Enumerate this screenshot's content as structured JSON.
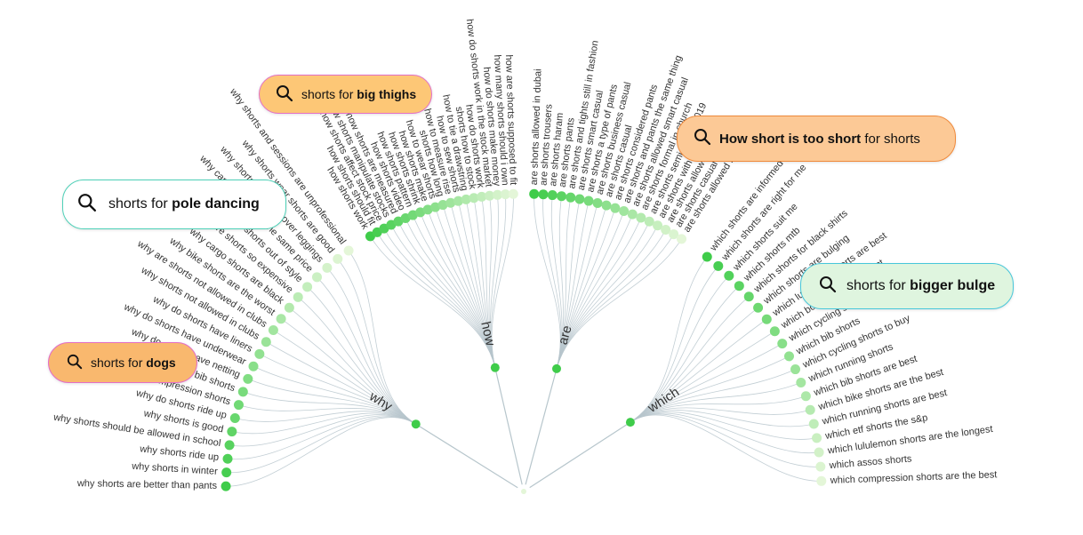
{
  "branches": [
    {
      "label": "why",
      "leaves": [
        "why shorts are better than pants",
        "why shorts in winter",
        "why shorts ride up",
        "why shorts should be allowed in school",
        "why shorts is good",
        "why do shorts ride up",
        "why compression shorts",
        "why bib shorts",
        "why do shorts have netting",
        "why do shorts have underwear",
        "why do shorts have liners",
        "why shorts not allowed in clubs",
        "why are shorts not allowed in clubs",
        "why bike shorts are the worst",
        "why cargo shorts are black",
        "why are shorts so expensive",
        "why are shorts out of style",
        "why cargo shorts are the same price",
        "why shorts and 100s over leggings",
        "why shorts wear shorts are good",
        "why shorts and sessions are unprofessional"
      ]
    },
    {
      "label": "how",
      "leaves": [
        "how shorts work",
        "how shorts should fit",
        "how shorts affect stock price",
        "how shorts manipulate stocks",
        "how shorts are measured",
        "how shorts video",
        "how shorts pattern",
        "how shorts shrink",
        "how shorts make",
        "how to wear shorts",
        "shorts how long",
        "how to measure rise",
        "how to sew shorts",
        "how to tie a drawstring",
        "shorts how to stock",
        "how do shorts work",
        "how do shorts work in the stock market",
        "how do shorts make money",
        "how many shorts should i own",
        "how are shorts supposed to fit"
      ]
    },
    {
      "label": "are",
      "leaves": [
        "are shorts allowed in dubai",
        "are shorts trousers",
        "are shorts haram",
        "are shorts pants",
        "are shorts and tights still in fashion",
        "are shorts smart casual",
        "are shorts a type of pants",
        "are shorts business casual",
        "are shorts casual",
        "are shorts considered pants",
        "are shorts and pants the same thing",
        "are shorts allowed smart casual",
        "are shorts formal in church",
        "are shorts semi formal 2019",
        "are shorts with tights",
        "are shorts allowed in clubs",
        "are shorts casual attire",
        "are shorts allowed in angkas"
      ]
    },
    {
      "label": "which",
      "leaves": [
        "which shorts are informed",
        "which shorts are right for me",
        "which shorts suit me",
        "which shorts mtb",
        "which shorts for black shirts",
        "which shorts are bulging",
        "which lululemon shorts are best",
        "which boxer shorts are best",
        "which cycling shorts",
        "which bib shorts",
        "which cycling shorts to buy",
        "which running shorts",
        "which bib shorts are best",
        "which bike shorts are the best",
        "which running shorts are best",
        "which etf shorts the s&p",
        "which lululemon shorts are the longest",
        "which assos shorts",
        "which compression shorts are the best"
      ]
    }
  ],
  "callouts": [
    {
      "prefix": "shorts for ",
      "keyword": "big thighs",
      "suffix": "",
      "bg": "#fdc776",
      "border": "#e36fc6"
    },
    {
      "prefix": "",
      "keyword": "How short is too short",
      "suffix": " for shorts",
      "bg": "#fcc996",
      "border": "#f08a3c"
    },
    {
      "prefix": "shorts for ",
      "keyword": "pole dancing",
      "suffix": "",
      "bg": "#ffffff",
      "border": "#4fd1b8"
    },
    {
      "prefix": "shorts for ",
      "keyword": "bigger bulge",
      "suffix": "",
      "bg": "#dff5df",
      "border": "#47c7da"
    },
    {
      "prefix": "shorts for ",
      "keyword": "dogs",
      "suffix": "",
      "bg": "#f9b86e",
      "border": "#e36fc6"
    }
  ],
  "icons": {
    "callout": "search-icon"
  },
  "colors": {
    "link": "#b7c6cc",
    "node_dark": "#3fcc4a",
    "node_light": "#e4f6d8"
  }
}
